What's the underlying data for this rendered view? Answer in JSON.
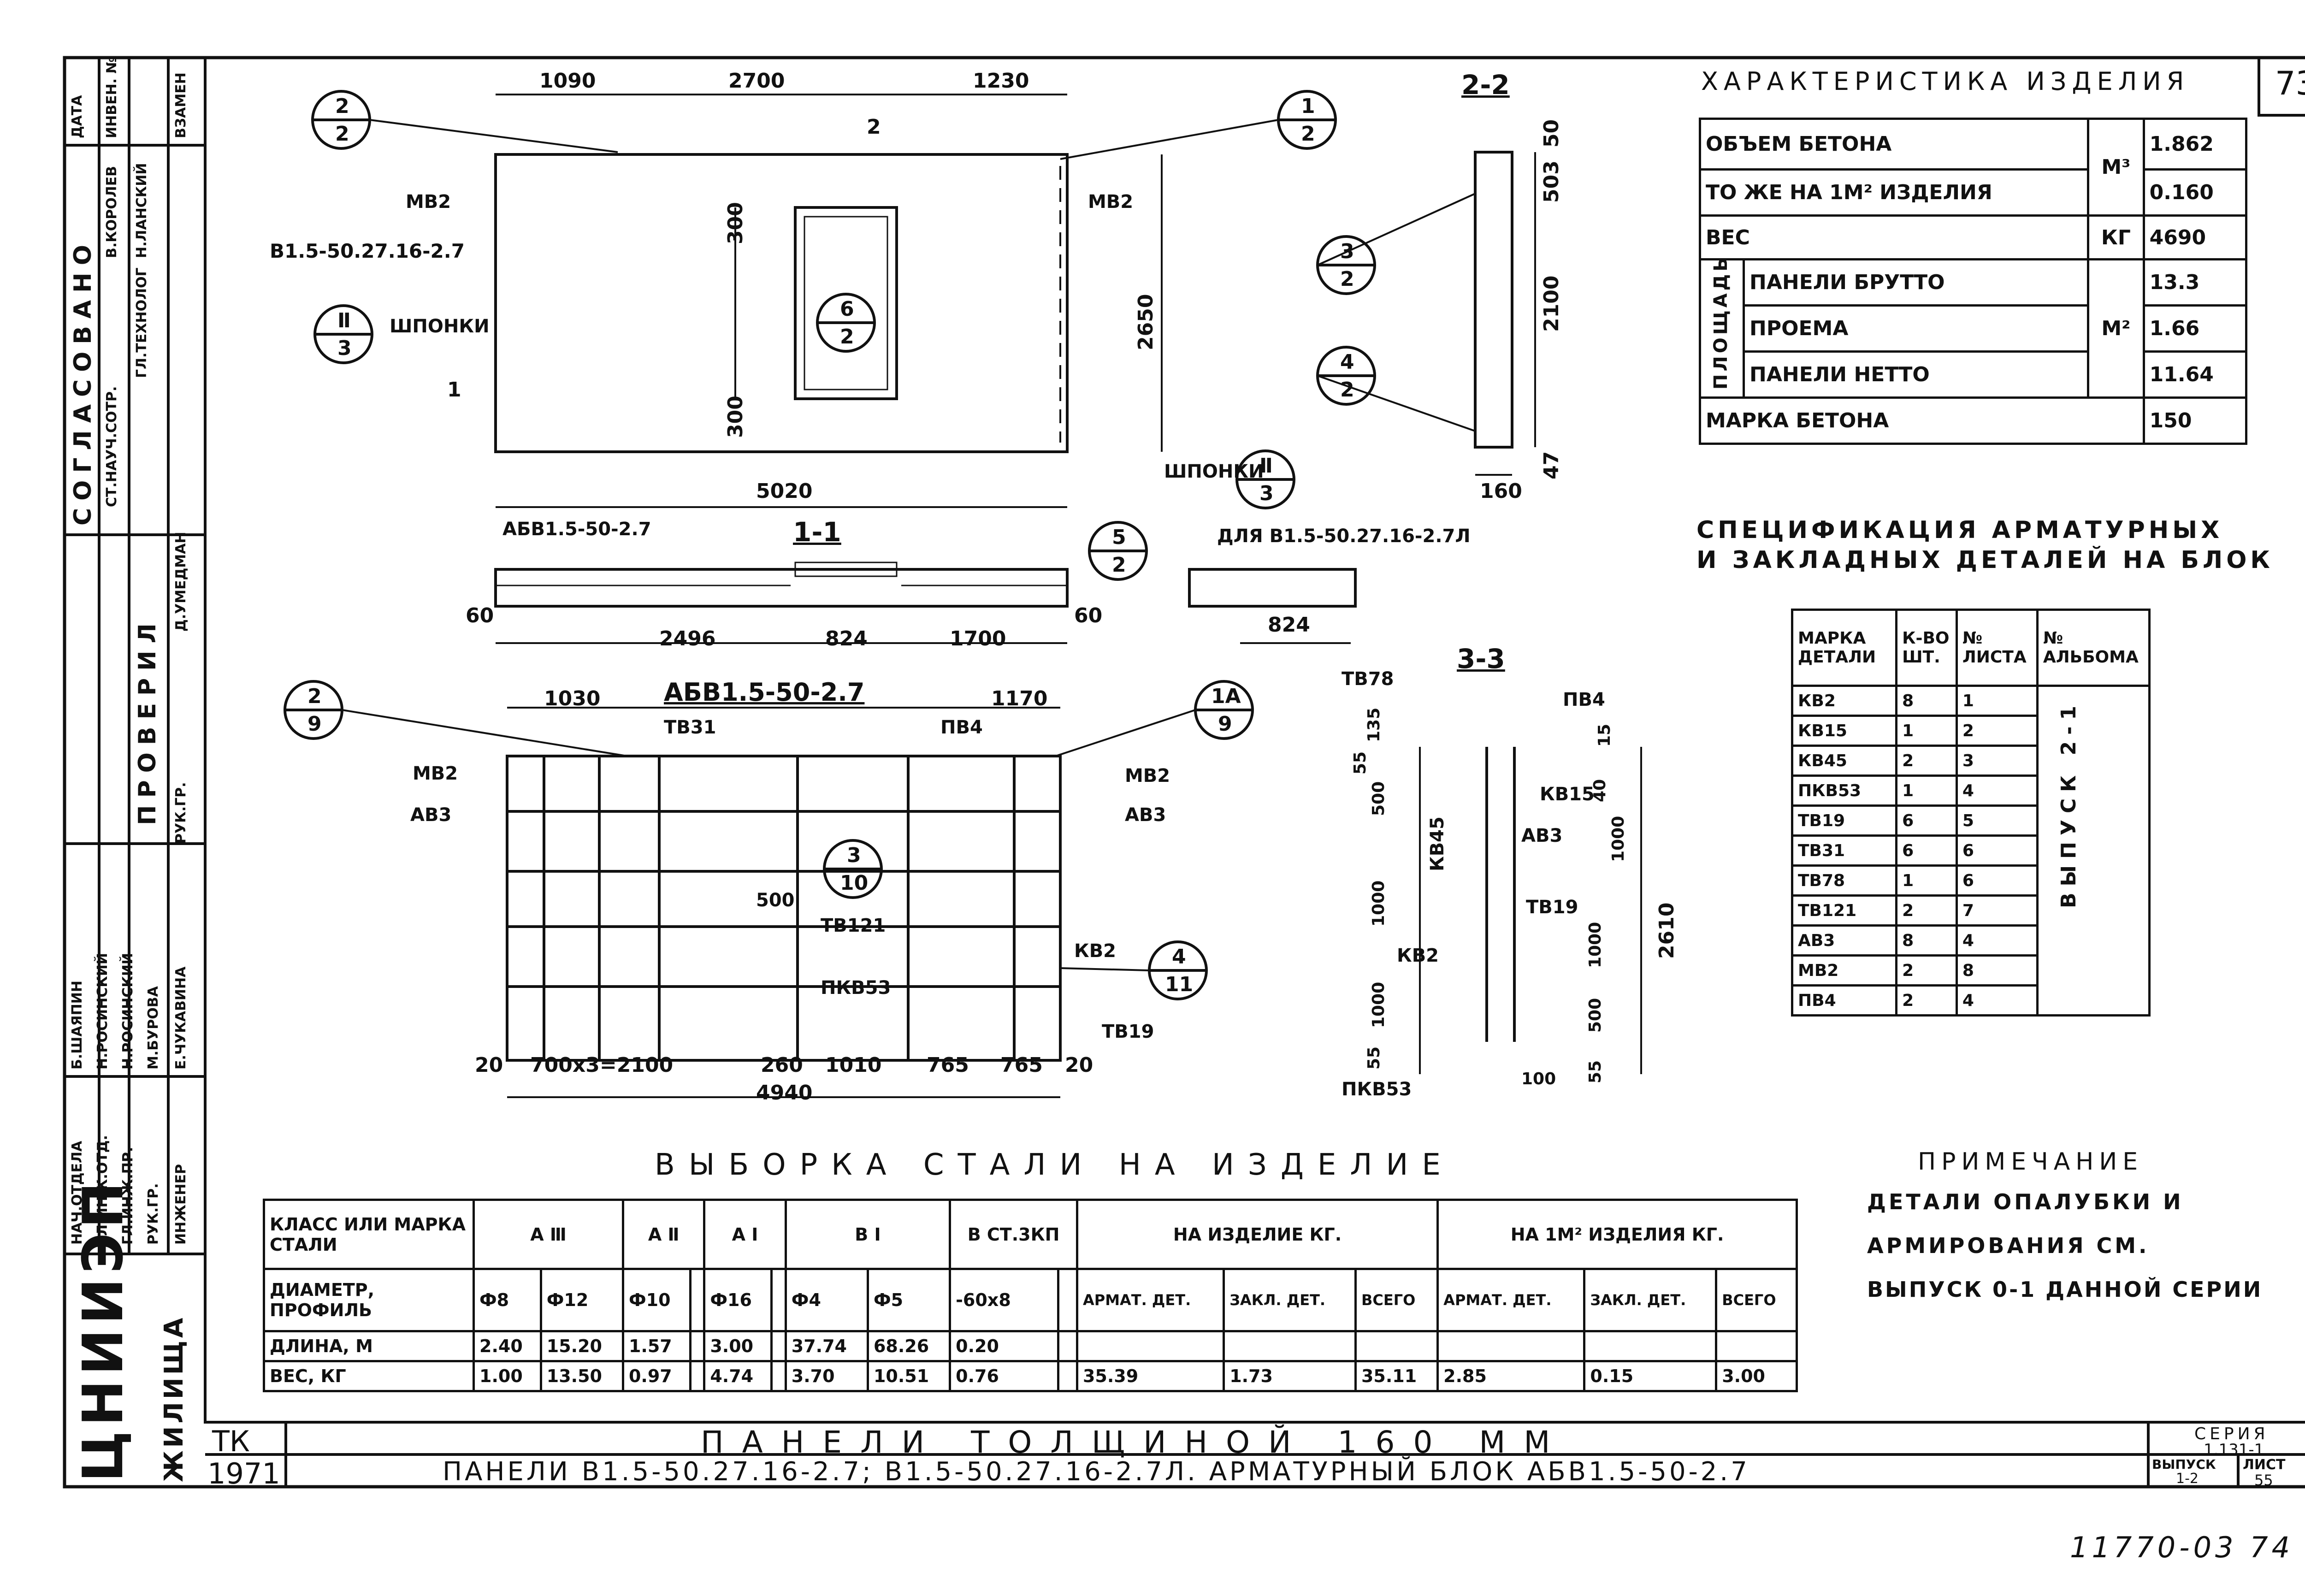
{
  "sheet_number": "73",
  "sheet_code": "1.131-1",
  "series_label": "СЕРИЯ",
  "issue_label": "ВЫПУСК",
  "issue_value": "1-2",
  "sheet_label": "ЛИСТ",
  "sheet_value": "55",
  "footer_code": "11770-03 74",
  "org": {
    "name": "ЦНИИЭП",
    "sub": "ЖИЛИЩА",
    "tk": "ТК",
    "year": "1971"
  },
  "title_main": "ПАНЕЛИ ТОЛЩИНОЙ 160 ММ",
  "title_sub": "ПАНЕЛИ В1.5-50.27.16-2.7; В1.5-50.27.16-2.7Л. АРМАТУРНЫЙ БЛОК АБВ1.5-50-2.7",
  "left_strip": {
    "agreed_title": "СОГЛАСОВАНО",
    "agreed_rows": [
      "СТ.НАУЧ.СОТР.",
      "ГЛ.ТЕХНОЛОГ",
      "В.КОРОЛЕВ",
      "Н.ЛАНСКИЙ"
    ],
    "checked_title": "ПРОВЕРИЛ",
    "checked_rows": [
      "РУК.ГР.",
      "Д.УМЕДМАН"
    ],
    "head_cols": [
      "ДАТА",
      "ИНВЕН. №",
      "ВЗАМЕН"
    ],
    "staff_roles": [
      "НАЧ.ОТДЕЛА",
      "ГЛ.ИНЖ.ОТД.",
      "ГЛ.ИНЖ.ПР.",
      "РУК.ГР.",
      "ИНЖЕНЕР"
    ],
    "staff_names": [
      "Б.ШАЯПИН",
      "Н.РОСИНСКИЙ",
      "Н.РОСИНСКИЙ",
      "М.БУРОВА",
      "Е.ЧУКАВИНА"
    ]
  },
  "characteristics": {
    "title": "ХАРАКТЕРИСТИКА ИЗДЕЛИЯ",
    "rows": [
      {
        "name": "ОБЪЕМ БЕТОНА",
        "unit": "М³",
        "value": "1.862"
      },
      {
        "name": "ТО ЖЕ НА 1М² ИЗДЕЛИЯ",
        "unit": "",
        "value": "0.160"
      },
      {
        "name": "ВЕС",
        "unit": "КГ",
        "value": "4690"
      },
      {
        "name": "ПАНЕЛИ БРУТТО",
        "unit": "М²",
        "value": "13.3"
      },
      {
        "name": "ПРОЕМА",
        "unit": "",
        "value": "1.66"
      },
      {
        "name": "ПАНЕЛИ НЕТТО",
        "unit": "",
        "value": "11.64"
      },
      {
        "name": "МАРКА БЕТОНА",
        "unit": "",
        "value": "150"
      }
    ],
    "area_label": "ПЛОЩАДЬ"
  },
  "specification": {
    "title_line1": "СПЕЦИФИКАЦИЯ АРМАТУРНЫХ",
    "title_line2": "И ЗАКЛАДНЫХ ДЕТАЛЕЙ НА БЛОК",
    "headers": [
      "МАРКА ДЕТАЛИ",
      "К-ВО ШТ.",
      "№ ЛИСТА",
      "№ АЛЬБОМА"
    ],
    "album": "ВЫПУСК 2-1",
    "rows": [
      [
        "КВ2",
        "8",
        "1"
      ],
      [
        "КВ15",
        "1",
        "2"
      ],
      [
        "КВ45",
        "2",
        "3"
      ],
      [
        "ПКВ53",
        "1",
        "4"
      ],
      [
        "ТВ19",
        "6",
        "5"
      ],
      [
        "ТВ31",
        "6",
        "6"
      ],
      [
        "ТВ78",
        "1",
        "6"
      ],
      [
        "ТВ121",
        "2",
        "7"
      ],
      [
        "АВ3",
        "8",
        "4"
      ],
      [
        "МВ2",
        "2",
        "8"
      ],
      [
        "ПВ4",
        "2",
        "4"
      ]
    ]
  },
  "note": {
    "title": "ПРИМЕЧАНИЕ",
    "lines": [
      "ДЕТАЛИ ОПАЛУБКИ И",
      "АРМИРОВАНИЯ СМ.",
      "ВЫПУСК 0-1 ДАННОЙ СЕРИИ"
    ]
  },
  "steel": {
    "title": "ВЫБОРКА СТАЛИ НА ИЗДЕЛИЕ",
    "class_label": "КЛАСС ИЛИ МАРКА СТАЛИ",
    "classes": [
      "А Ⅲ",
      "А Ⅱ",
      "А Ⅰ",
      "В Ⅰ",
      "В СТ.3КП"
    ],
    "per_item": "НА ИЗДЕЛИЕ КГ.",
    "per_m2": "НА 1М² ИЗДЕЛИЯ КГ.",
    "diam_label": "ДИАМЕТР, ПРОФИЛЬ",
    "diams": [
      "Ф8",
      "Ф12",
      "Ф10",
      "",
      "Ф16",
      "",
      "Ф4",
      "Ф5",
      "-60х8",
      ""
    ],
    "sub_heads": [
      "АРМАТ. ДЕТ.",
      "ЗАКЛ. ДЕТ.",
      "ВСЕГО",
      "АРМАТ. ДЕТ.",
      "ЗАКЛ. ДЕТ.",
      "ВСЕГО"
    ],
    "length_label": "ДЛИНА, М",
    "lengths": [
      "2.40",
      "15.20",
      "1.57",
      "",
      "3.00",
      "",
      "37.74",
      "68.26",
      "0.20",
      ""
    ],
    "weight_label": "ВЕС, КГ",
    "weights": [
      "1.00",
      "13.50",
      "0.97",
      "",
      "4.74",
      "",
      "3.70",
      "10.51",
      "0.76",
      ""
    ],
    "totals": [
      "35.39",
      "1.73",
      "35.11",
      "2.85",
      "0.15",
      "3.00"
    ]
  },
  "drawing": {
    "dims_top": [
      "1090",
      "2700",
      "1230"
    ],
    "dim_2650": "2650",
    "dim_5020": "5020",
    "dim_300a": "300",
    "dim_300b": "300",
    "panel_mark": "В1.5-50.27.16-2.7",
    "mv2_left": "МВ2",
    "mv2_right": "МВ2",
    "shponki_left": "ШПОНКИ",
    "shponki_right": "ШПОНКИ",
    "cut_1": "1",
    "cut_2": "2",
    "section11": "1-1",
    "section22": "2-2",
    "section33": "3-3",
    "abv_label": "АБВ1.5-50-2.7",
    "dla_label": "ДЛЯ В1.5-50.27.16-2.7Л",
    "dims_11": [
      "60",
      "2496",
      "824",
      "1700",
      "60"
    ],
    "dim_824b": "824",
    "dims_22": [
      "50",
      "503",
      "2100",
      "47",
      "160"
    ],
    "block_title": "АБВ1.5-50-2.7",
    "block_dims_top": [
      "1030",
      "1170"
    ],
    "block_dims_bot": [
      "20",
      "700х3=2100",
      "260",
      "1010",
      "765",
      "765",
      "20"
    ],
    "block_dim_4940": "4940",
    "block_labels": [
      "ТВ31",
      "ПВ4",
      "МВ2",
      "АВ3",
      "МВ2",
      "АВ3",
      "500",
      "ТВ121",
      "ПКВ53",
      "КВ2",
      "ТВ19"
    ],
    "sec33_labels": [
      "ТВ78",
      "ПВ4",
      "КВ15",
      "АВ3",
      "КВ45",
      "ТВ19",
      "КВ2",
      "ПКВ53"
    ],
    "sec33_dims": [
      "135",
      "55",
      "500",
      "1000",
      "1000",
      "55",
      "15",
      "40",
      "1000",
      "1000",
      "500",
      "55",
      "100",
      "2610"
    ],
    "callouts": [
      {
        "top": "2",
        "bot": "2"
      },
      {
        "top": "1",
        "bot": "2"
      },
      {
        "top": "Ⅱ",
        "bot": "3"
      },
      {
        "top": "6",
        "bot": "2"
      },
      {
        "top": "Ⅱ",
        "bot": "3"
      },
      {
        "top": "3",
        "bot": "2"
      },
      {
        "top": "4",
        "bot": "2"
      },
      {
        "top": "5",
        "bot": "2"
      },
      {
        "top": "2",
        "bot": "9"
      },
      {
        "top": "1А",
        "bot": "9"
      },
      {
        "top": "3",
        "bot": "10"
      },
      {
        "top": "4",
        "bot": "11"
      }
    ]
  }
}
